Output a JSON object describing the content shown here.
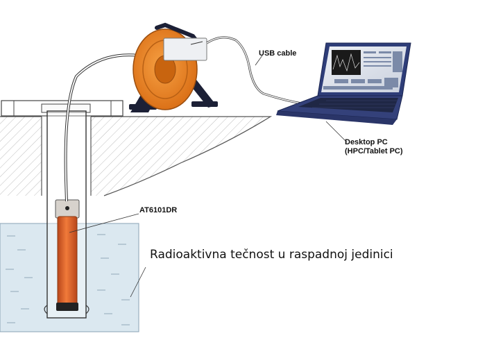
{
  "labels": {
    "usb_cable": "USB cable",
    "desktop_pc_line1": "Desktop PC",
    "desktop_pc_line2": "(HPC/Tablet PC)",
    "probe": "AT6101DR",
    "liquid": "Radioaktivna tečnost u raspadnoj jedinici"
  },
  "colors": {
    "water": "#dbe8f0",
    "probe_orange": "#e2631f",
    "reel_orange": "#f08a26",
    "reel_frame": "#1c2036",
    "laptop_body": "#2e3d78",
    "hatch": "#bbbbbb"
  }
}
